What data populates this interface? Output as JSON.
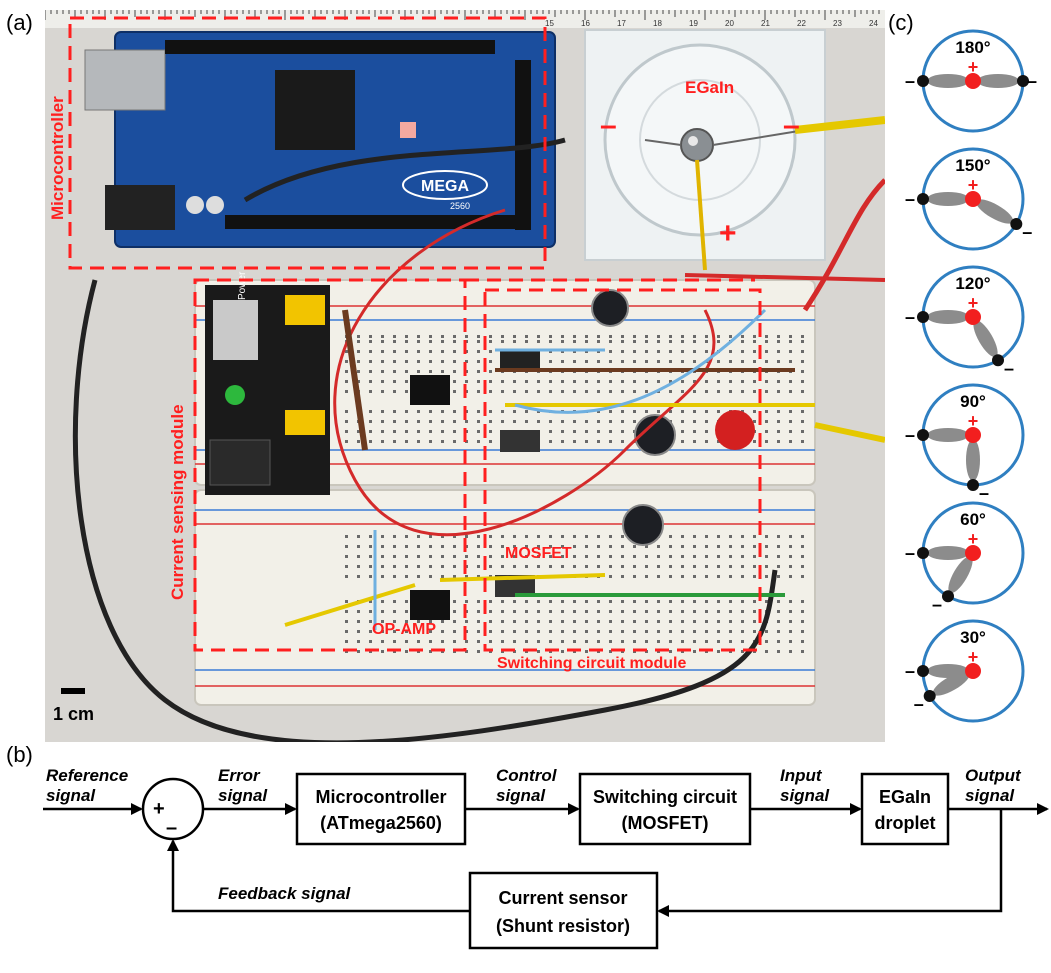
{
  "panels": {
    "a": "(a)",
    "b": "(b)",
    "c": "(c)"
  },
  "photo": {
    "labels": {
      "microcontroller": "Microcontroller",
      "current_sensing": "Current sensing module",
      "egain": "EGaIn",
      "mosfet": "MOSFET",
      "opamp": "OP-AMP",
      "switching": "Switching circuit module",
      "scalebar": "1 cm",
      "minus_left": "–",
      "minus_right": "–",
      "plus": "+",
      "board_text": "MEGA",
      "board_sub": "2560",
      "power": "Power",
      "ruler_nums": [
        "15",
        "16",
        "17",
        "18",
        "19",
        "20",
        "21",
        "22",
        "23",
        "24"
      ]
    }
  },
  "angles": [
    {
      "label": "180°"
    },
    {
      "label": "150°"
    },
    {
      "label": "120°"
    },
    {
      "label": "90°"
    },
    {
      "label": "60°"
    },
    {
      "label": "30°"
    }
  ],
  "angle_signs": {
    "plus": "+",
    "minus": "–"
  },
  "block": {
    "reference": [
      "Reference",
      "signal"
    ],
    "error": [
      "Error",
      "signal"
    ],
    "control": [
      "Control",
      "signal"
    ],
    "input": [
      "Input",
      "signal"
    ],
    "output": [
      "Output",
      "signal"
    ],
    "feedback": "Feedback signal",
    "sum_plus": "+",
    "sum_minus": "–",
    "micro": [
      "Microcontroller",
      "(ATmega2560)"
    ],
    "switching": [
      "Switching circuit",
      "(MOSFET)"
    ],
    "droplet": [
      "EGaIn",
      "droplet"
    ],
    "sensor": [
      "Current sensor",
      "(Shunt resistor)"
    ]
  }
}
